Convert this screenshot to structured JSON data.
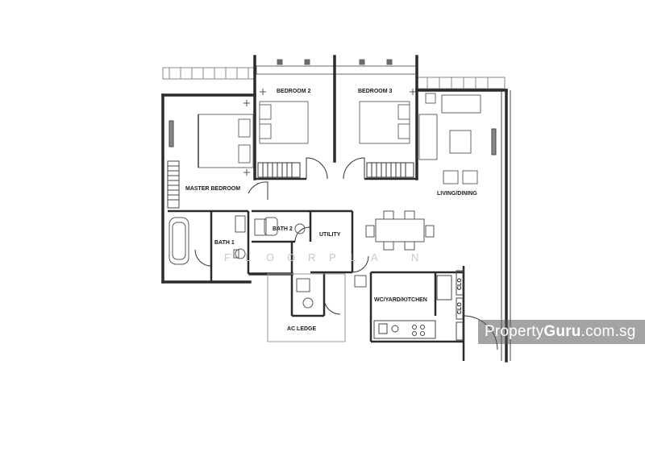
{
  "rooms": {
    "bedroom_2": "BEDROOM 2",
    "bedroom_3": "BEDROOM 3",
    "master_bedroom": "MASTER BEDROOM",
    "living_dining": "LIVING/DINING",
    "bath_1": "BATH 1",
    "bath_2": "BATH 2",
    "utility": "UTILITY",
    "wc_yard_kitchen": "WC/YARD/KITCHEN",
    "ac_ledge": "AC LEDGE",
    "clo_1": "CLO",
    "clo_2": "CLO"
  },
  "faint_watermark_letters": [
    "F",
    "L",
    "O",
    "O",
    "R",
    "P",
    "L",
    "A",
    "N"
  ],
  "watermark": {
    "part1": "Property",
    "part2": "Guru",
    "part3": ".com.sg"
  },
  "colors": {
    "wall": "#2b2b2b",
    "line": "#555555",
    "watermark_bg": "#5a5a5a"
  }
}
